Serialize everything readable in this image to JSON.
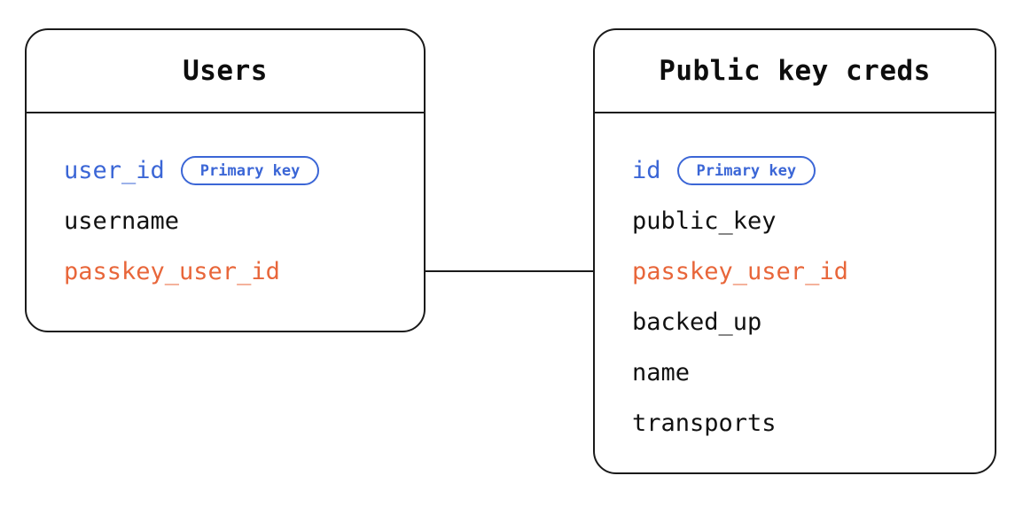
{
  "diagram": {
    "type": "entity-relationship",
    "background_color": "#ffffff",
    "colors": {
      "border": "#1a1a1a",
      "key": "#3B66D6",
      "default_text": "#111111",
      "linked_text": "#E8663A"
    },
    "entities": [
      {
        "id": "users",
        "title": "Users",
        "fields": [
          {
            "name": "user_id",
            "tone": "key",
            "badge": "Primary key"
          },
          {
            "name": "username",
            "tone": "default",
            "badge": null
          },
          {
            "name": "passkey_user_id",
            "tone": "linked",
            "badge": null
          }
        ]
      },
      {
        "id": "credentials",
        "title": "Public key creds",
        "fields": [
          {
            "name": "id",
            "tone": "key",
            "badge": "Primary key"
          },
          {
            "name": "public_key",
            "tone": "default",
            "badge": null
          },
          {
            "name": "passkey_user_id",
            "tone": "linked",
            "badge": null
          },
          {
            "name": "backed_up",
            "tone": "default",
            "badge": null
          },
          {
            "name": "name",
            "tone": "default",
            "badge": null
          },
          {
            "name": "transports",
            "tone": "default",
            "badge": null
          }
        ]
      }
    ],
    "relationships": [
      {
        "id": "users-to-credentials",
        "from_entity": "users",
        "from_field": "passkey_user_id",
        "to_entity": "credentials",
        "to_field": "passkey_user_id",
        "style": "solid-line"
      }
    ]
  }
}
